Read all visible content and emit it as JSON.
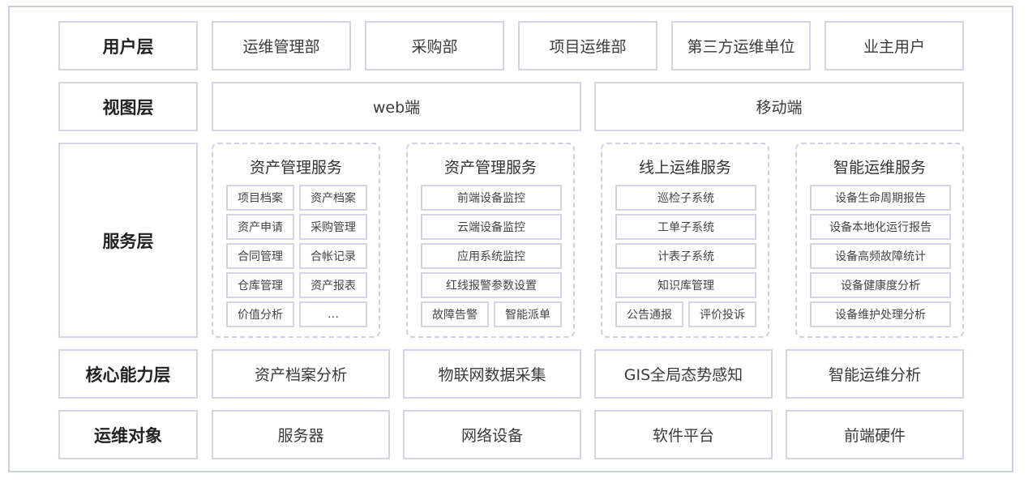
{
  "layers": {
    "user": {
      "label": "用户层",
      "items": [
        "运维管理部",
        "采购部",
        "项目运维部",
        "第三方运维单位",
        "业主用户"
      ]
    },
    "view": {
      "label": "视图层",
      "items": [
        "web端",
        "移动端"
      ]
    },
    "service": {
      "label": "服务层",
      "groups": [
        {
          "title": "资产管理服务",
          "items": [
            "项目档案",
            "资产档案",
            "资产申请",
            "采购管理",
            "合同管理",
            "合帐记录",
            "仓库管理",
            "资产报表",
            "价值分析",
            "…"
          ]
        },
        {
          "title": "资产管理服务",
          "items": [
            "前端设备监控",
            "云端设备监控",
            "应用系统监控",
            "红线报警参数设置",
            "故障告警",
            "智能派单"
          ]
        },
        {
          "title": "线上运维服务",
          "items": [
            "巡检子系统",
            "工单子系统",
            "计表子系统",
            "知识库管理",
            "公告通报",
            "评价投诉"
          ]
        },
        {
          "title": "智能运维服务",
          "items": [
            "设备生命周期报告",
            "设备本地化运行报告",
            "设备高频故障统计",
            "设备健康度分析",
            "设备维护处理分析"
          ]
        }
      ]
    },
    "core": {
      "label": "核心能力层",
      "items": [
        "资产档案分析",
        "物联网数据采集",
        "GIS全局态势感知",
        "智能运维分析"
      ]
    },
    "target": {
      "label": "运维对象",
      "items": [
        "服务器",
        "网络设备",
        "软件平台",
        "前端硬件"
      ]
    }
  }
}
